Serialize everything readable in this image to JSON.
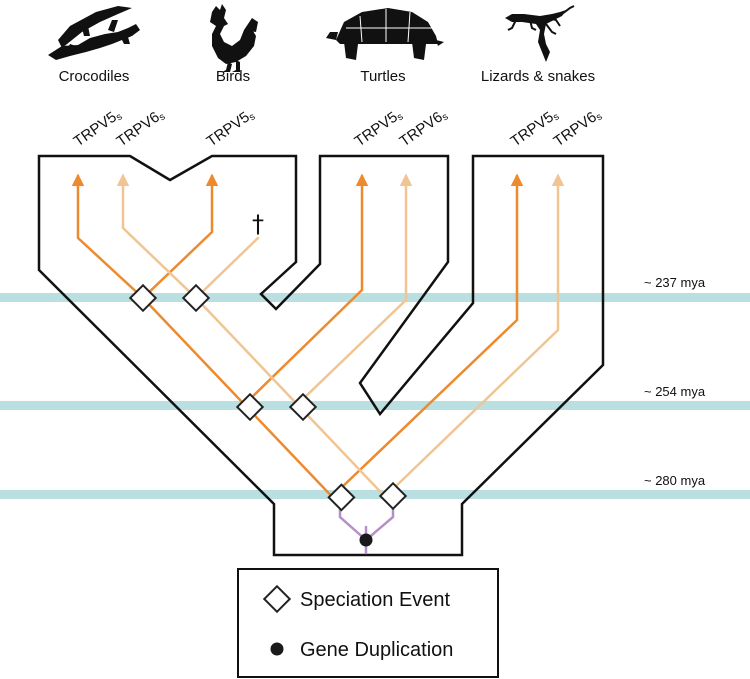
{
  "taxa": [
    {
      "label": "Crocodiles",
      "icon": "crocodile-icon"
    },
    {
      "label": "Birds",
      "icon": "rooster-icon"
    },
    {
      "label": "Turtles",
      "icon": "turtle-icon"
    },
    {
      "label": "Lizards & snakes",
      "icon": "lizard-icon"
    }
  ],
  "genes": {
    "croc_v5": {
      "main": "TRPV5",
      "sub": "s"
    },
    "croc_v6": {
      "main": "TRPV6",
      "sub": "s"
    },
    "bird_v5": {
      "main": "TRPV5",
      "sub": "s"
    },
    "turtle_v5": {
      "main": "TRPV5",
      "sub": "s"
    },
    "turtle_v6": {
      "main": "TRPV6",
      "sub": "s"
    },
    "lizard_v5": {
      "main": "TRPV5",
      "sub": "s"
    },
    "lizard_v6": {
      "main": "TRPV6",
      "sub": "s"
    }
  },
  "lost_marker": "†",
  "time_bands": [
    {
      "label": "~ 237 mya"
    },
    {
      "label": "~ 254 mya"
    },
    {
      "label": "~ 280 mya"
    }
  ],
  "legend": {
    "speciation": "Speciation Event",
    "duplication": "Gene Duplication"
  },
  "colors": {
    "trpv5": "#ee8a2e",
    "trpv6": "#f1c593",
    "duplication_stem": "#b490c8",
    "time_band": "#b9dfe0",
    "species_outline": "#111111"
  }
}
